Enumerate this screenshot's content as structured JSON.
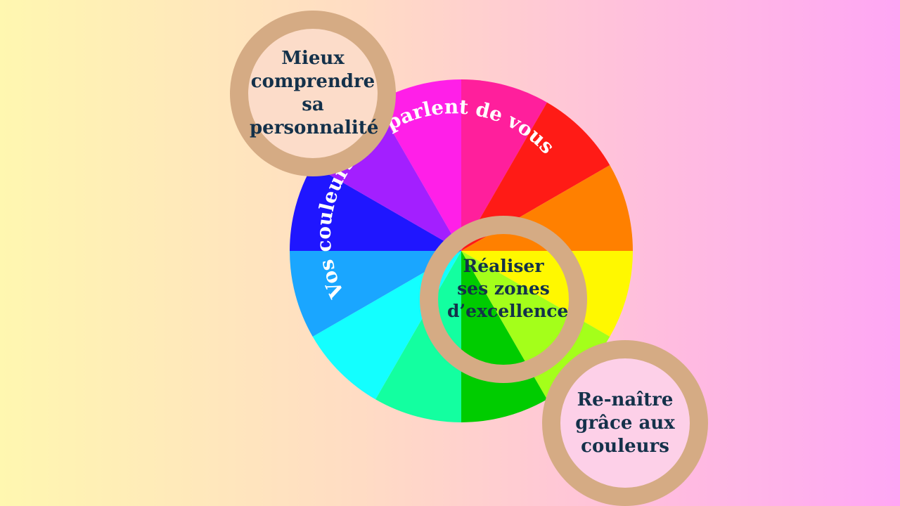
{
  "wheel": {
    "curved_title": "Vos couleurs me parlent de vous",
    "segments": [
      "#ff1fe8",
      "#ff1f9c",
      "#ff1b16",
      "#ff8000",
      "#fff800",
      "#a4ff1a",
      "#00cc00",
      "#13ffa0",
      "#13ffff",
      "#1aa6ff",
      "#1f16ff",
      "#a31fff"
    ]
  },
  "rings": {
    "left": "Mieux comprendre sa personnalité",
    "center": "Réaliser ses zones d’excellence",
    "right": "Re-naître grâce aux couleurs"
  }
}
